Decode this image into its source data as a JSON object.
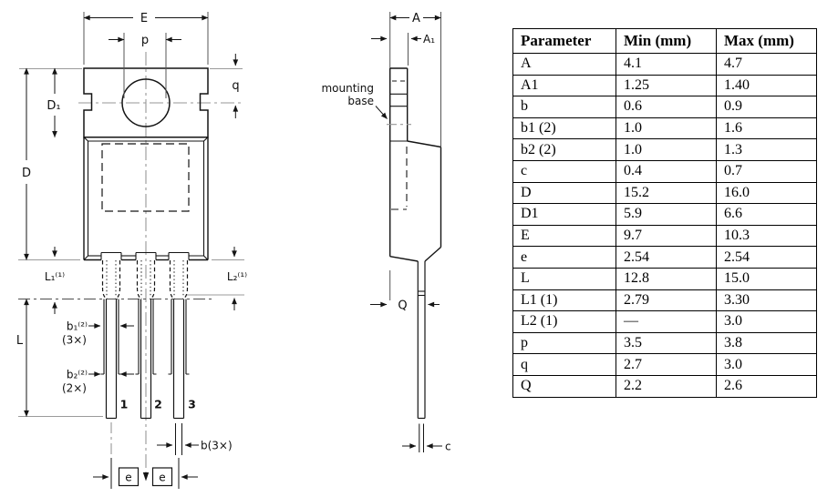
{
  "front_view": {
    "dims": {
      "E": "E",
      "p": "p",
      "q": "q",
      "D1": "D₁",
      "D": "D",
      "L1": "L₁⁽¹⁾",
      "L2": "L₂⁽¹⁾",
      "L": "L",
      "b1": "b₁⁽²⁾",
      "b1_qty": "(3×)",
      "b2": "b₂⁽²⁾",
      "b2_qty": "(2×)",
      "b": "b(3×)",
      "e1": "e",
      "e2": "e"
    },
    "pins": {
      "p1": "1",
      "p2": "2",
      "p3": "3"
    }
  },
  "side_view": {
    "dims": {
      "A": "A",
      "A1": "A₁",
      "Q": "Q",
      "c": "c"
    },
    "annotation": {
      "line1": "mounting",
      "line2": "base"
    }
  },
  "table": {
    "headers": [
      "Parameter",
      "Min (mm)",
      "Max (mm)"
    ],
    "rows": [
      {
        "param": "A",
        "min": "4.1",
        "max": "4.7"
      },
      {
        "param": "A1",
        "min": "1.25",
        "max": "1.40"
      },
      {
        "param": "b",
        "min": "0.6",
        "max": "0.9"
      },
      {
        "param": "b1 (2)",
        "min": "1.0",
        "max": "1.6"
      },
      {
        "param": "b2 (2)",
        "min": "1.0",
        "max": "1.3"
      },
      {
        "param": "c",
        "min": "0.4",
        "max": "0.7"
      },
      {
        "param": "D",
        "min": "15.2",
        "max": "16.0"
      },
      {
        "param": "D1",
        "min": "5.9",
        "max": "6.6"
      },
      {
        "param": "E",
        "min": "9.7",
        "max": "10.3"
      },
      {
        "param": "e",
        "min": "2.54",
        "max": "2.54"
      },
      {
        "param": "L",
        "min": "12.8",
        "max": "15.0"
      },
      {
        "param": "L1 (1)",
        "min": "2.79",
        "max": "3.30"
      },
      {
        "param": "L2 (1)",
        "min": "—",
        "max": "3.0"
      },
      {
        "param": "p",
        "min": "3.5",
        "max": "3.8"
      },
      {
        "param": "q",
        "min": "2.7",
        "max": "3.0"
      },
      {
        "param": "Q",
        "min": "2.2",
        "max": "2.6"
      }
    ]
  },
  "colors": {
    "line": "#141414",
    "centerline": "#979797",
    "background": "#ffffff"
  }
}
